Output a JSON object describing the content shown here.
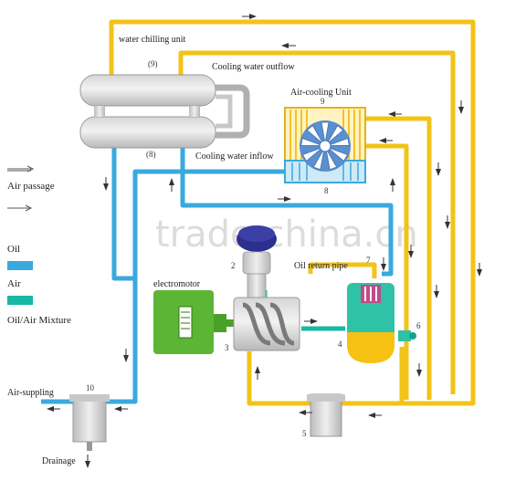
{
  "labels": {
    "water_chilling_unit": "water chilling unit",
    "cooling_water_outflow": "Cooling water outflow",
    "cooling_water_inflow": "Cooling water inflow",
    "air_cooling_unit": "Air-cooling Unit",
    "oil_return_pipe": "Oil return pipe",
    "electromotor": "electromotor",
    "air_suppling": "Air-suppling",
    "drainage": "Drainage"
  },
  "numbers": {
    "n9_paren": "(9)",
    "n8_paren": "(8)",
    "n9": "9",
    "n8": "8",
    "n2": "2",
    "n3": "3",
    "n4": "4",
    "n5": "5",
    "n6": "6",
    "n7": "7",
    "n10": "10"
  },
  "legend": {
    "air_passage": "Air passage",
    "oil": "Oil",
    "air": "Air",
    "oil_air_mixture": "Oil/Air Mixture"
  },
  "watermark": "trade.china.cn",
  "colors": {
    "oil_pipe": "#f2c318",
    "air_pipe": "#3aa9dd",
    "mixture_pipe": "#17b9a5",
    "motor": "#5cb534",
    "separator_top": "#2ec3a6",
    "separator_bottom": "#f5c213",
    "head": "#2d2f8f",
    "fan": "#4a7fc0"
  },
  "icons": {
    "arrow_line": "arrow-icon",
    "fan": "fan-icon"
  }
}
